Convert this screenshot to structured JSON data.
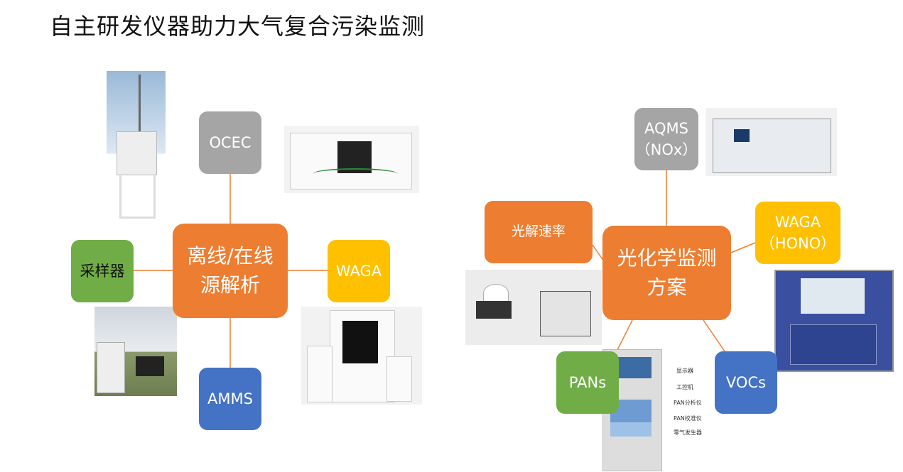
{
  "title": "自主研发仪器助力大气复合污染监测",
  "left_diagram": {
    "center": "离线/在线\n源解析",
    "nodes": {
      "top": "OCEC",
      "left": "采样器",
      "right": "WAGA",
      "bottom": "AMMS"
    }
  },
  "right_diagram": {
    "center": "光化学监测\n方案",
    "nodes": {
      "top": "AQMS\n（NOx）",
      "left": "光解速率",
      "right": "WAGA\n（HONO）",
      "bottom_left": "PANs",
      "bottom_right": "VOCs"
    },
    "rack_labels": [
      "显示器",
      "工控机",
      "PAN分析仪",
      "PAN校准仪",
      "零气发生器"
    ]
  },
  "colors": {
    "gray": "#A5A5A5",
    "orange": "#ED7D31",
    "green": "#70AD47",
    "yellow": "#FFC000",
    "blue": "#4472C4"
  }
}
